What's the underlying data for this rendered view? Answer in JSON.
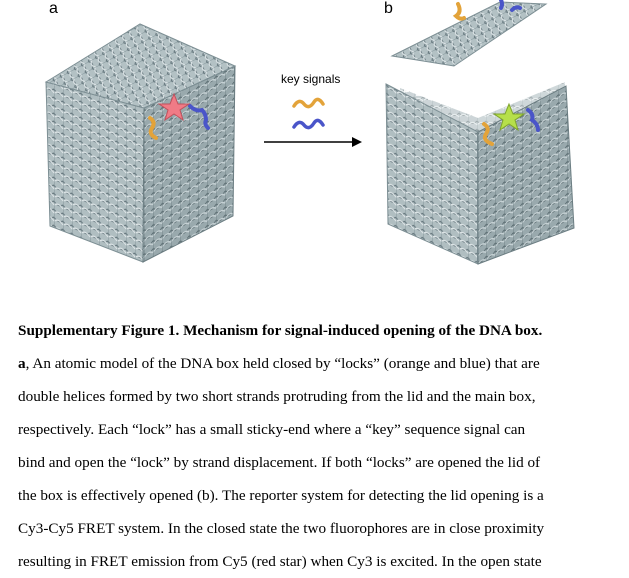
{
  "figure": {
    "panel_a_letter": "a",
    "panel_b_letter": "b",
    "key_label": "key signals",
    "colors": {
      "dna": "#9fb0b4",
      "dna_dark": "#6f8085",
      "dna_light": "#c8d3d6",
      "orange": "#e3a33a",
      "blue": "#4a55c9",
      "red_star": "#f07b86",
      "green_star": "#b6e04a"
    }
  },
  "caption": {
    "title": "Supplementary Figure 1. Mechanism for signal-induced opening of the DNA box.",
    "first_bold": "a",
    "line1_rest": ", An atomic model of the DNA box held closed by “locks” (orange and blue) that are",
    "line2": "double helices formed by two short strands protruding from the lid and the main box,",
    "line3": "respectively. Each “lock” has a small sticky-end where a “key” sequence signal can",
    "line4": "bind and open the “lock” by strand displacement. If both “locks” are opened the lid of",
    "line5": "the box is effectively opened (b). The reporter system for detecting the lid opening is a",
    "line6": "Cy3-Cy5 FRET system. In the closed state the two fluorophores are in close proximity",
    "line7": "resulting in FRET emission from Cy5 (red star) when Cy3 is excited. In the open state"
  }
}
